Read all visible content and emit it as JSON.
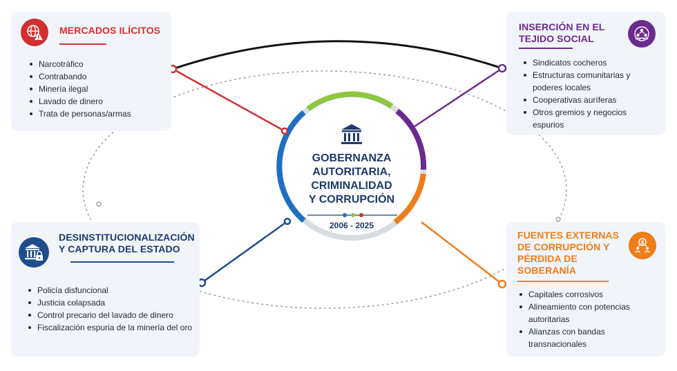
{
  "hub": {
    "title": "GOBERNANZA\nAUTORITARIA,\nCRIMINALIDAD\nY CORRUPCIÓN",
    "years": "2006 - 2025",
    "icon": "government-building-icon"
  },
  "cards": {
    "mercados": {
      "title": "MERCADOS ILÍCITOS",
      "color": "#d32f2f",
      "icon": "globe-warning-icon",
      "items": [
        "Narcotráfico",
        "Contrabando",
        "Minería ilegal",
        "Lavado de dinero",
        "Trata de personas/armas"
      ]
    },
    "insercion": {
      "title": "INSERCIÓN EN EL\nTEJIDO SOCIAL",
      "color": "#6b2a8e",
      "icon": "community-network-icon",
      "items": [
        "Sindicatos cocheros",
        "Estructuras comunitarias y poderes locales",
        "Cooperativas auríferas",
        "Otros gremios y negocios espurios"
      ]
    },
    "desinst": {
      "title": "DESINSTITUCIONALIZACIÓN\nY CAPTURA DEL ESTADO",
      "color": "#1e4d8c",
      "icon": "locked-building-icon",
      "items": [
        "Policía disfuncional",
        "Justicia colapsada",
        "Control precario del lavado de dinero",
        "Fiscalización espuria de la minería del oro"
      ]
    },
    "fuentes": {
      "title": "FUENTES EXTERNAS\nDE CORRUPCIÓN Y\nPÉRDIDA DE\nSOBERANÍA",
      "color": "#ef7d1a",
      "icon": "money-network-icon",
      "items": [
        "Capitales corrosivos",
        "Alineamiento con potencias autoritarias",
        "Alianzas con bandas transnacionales"
      ]
    }
  },
  "colors": {
    "red": "#d32f2f",
    "purple": "#6b2a8e",
    "blue": "#1e4d8c",
    "orange": "#ef7d1a",
    "green": "#8dc63f",
    "navy": "#1e3a6b"
  }
}
